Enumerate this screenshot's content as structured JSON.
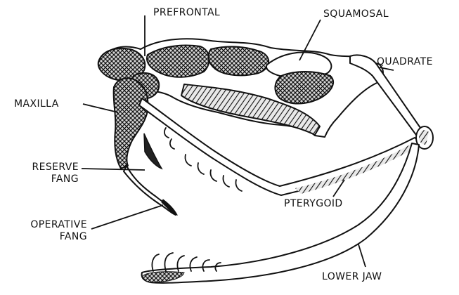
{
  "labels": {
    "prefrontal": "PREFRONTAL",
    "squamosal": "SQUAMOSAL",
    "quadrate": "QUADRATE",
    "maxilla": "MAXILLA",
    "reserve_fang": [
      "RESERVE",
      "FANG"
    ],
    "operative_fang": [
      "OPERATIVE",
      "FANG"
    ],
    "pterygoid": "PTERYGOID",
    "lower_jaw": "LOWER JAW"
  },
  "colors": {
    "ink": "#111111",
    "paper": "#ffffff"
  }
}
